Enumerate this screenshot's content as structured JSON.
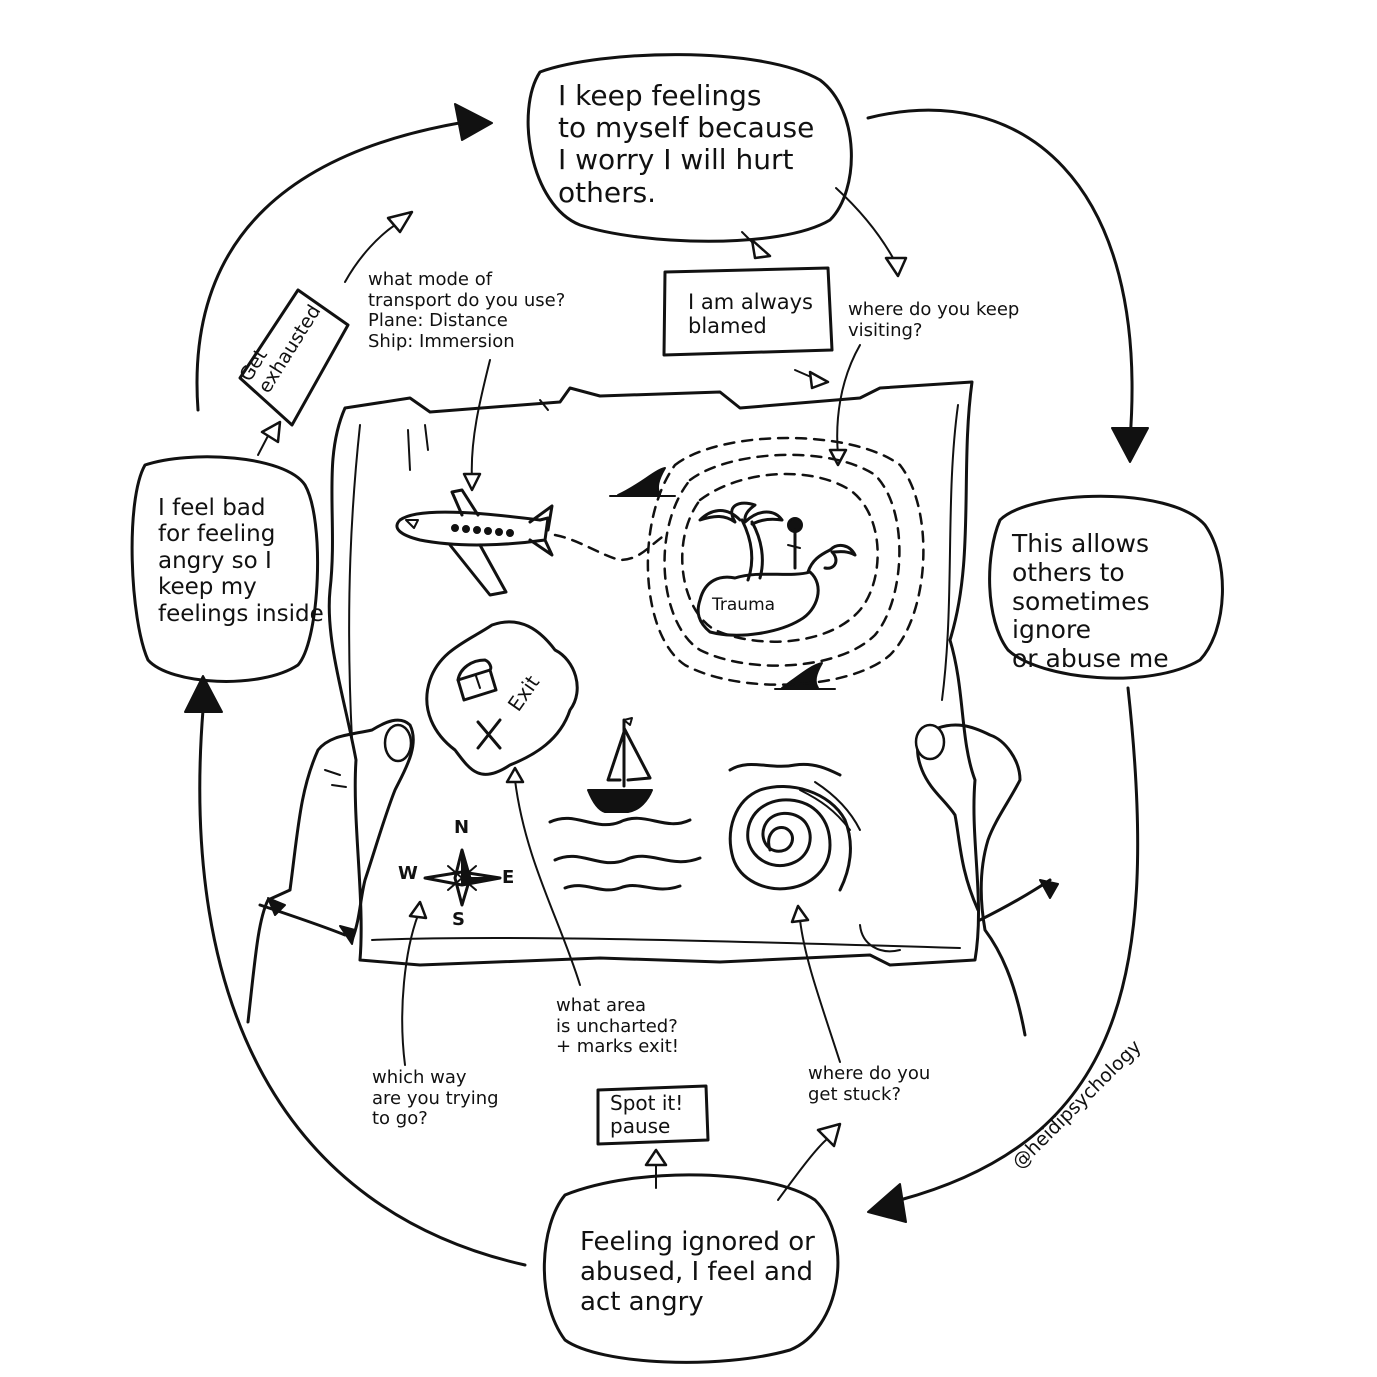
{
  "nodes": {
    "top": "I keep feelings\nto myself because\nI worry I will hurt\nothers.",
    "right": "This allows\nothers to\nsometimes ignore\nor abuse me",
    "bottom": "Feeling ignored or\nabused, I feel and\nact angry",
    "left": "I feel bad\nfor feeling\nangry so I\nkeep my\nfeelings inside"
  },
  "boxes": {
    "blamed": "I am always\nblamed",
    "exhausted": "Get\nexhausted",
    "spot": "Spot it!\npause"
  },
  "questions": {
    "transport": "what mode of\ntransport do you use?\n  Plane: Distance\n  Ship: Immersion",
    "visiting": "where do you keep\nvisiting?",
    "uncharted": "what area\nis uncharted?\n+ marks exit!",
    "way": "which way\nare you trying\nto go?",
    "stuck": "where do you\nget stuck?"
  },
  "map_labels": {
    "trauma": "Trauma",
    "exit": "Exit",
    "north": "N",
    "south": "S",
    "east": "E",
    "west": "W"
  },
  "credit": "@heidipsychology",
  "colors": {
    "ink": "#111111",
    "paper": "#ffffff"
  }
}
